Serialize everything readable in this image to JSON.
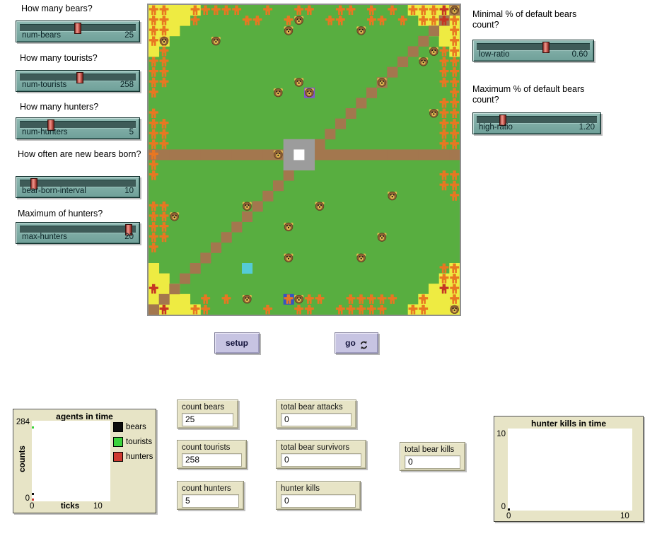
{
  "sliders": [
    {
      "question": "How many bears?",
      "name": "num-bears",
      "value": "25",
      "frac": 0.5
    },
    {
      "question": "How many tourists?",
      "name": "num-tourists",
      "value": "258",
      "frac": 0.52
    },
    {
      "question": "How many hunters?",
      "name": "num-hunters",
      "value": "5",
      "frac": 0.25
    },
    {
      "question": "How often are new bears born?",
      "name": "bear-born-interval",
      "value": "10",
      "frac": 0.1
    },
    {
      "question": "Maximum of hunters?",
      "name": "max-hunters",
      "value": "20",
      "frac": 0.965
    },
    {
      "question": "Minimal % of default bears count?",
      "name": "low-ratio",
      "value": "0.60",
      "frac": 0.62
    },
    {
      "question": "Maximum % of default bears count?",
      "name": "high-ratio",
      "value": "1.20",
      "frac": 0.2
    }
  ],
  "buttons": {
    "setup_label": "setup",
    "go_label": "go"
  },
  "monitors": [
    {
      "label": "count bears",
      "value": "25"
    },
    {
      "label": "count tourists",
      "value": "258"
    },
    {
      "label": "count hunters",
      "value": "5"
    },
    {
      "label": "total bear attacks",
      "value": "0"
    },
    {
      "label": "total bear survivors",
      "value": "0"
    },
    {
      "label": "hunter kills",
      "value": "0"
    },
    {
      "label": "total bear kills",
      "value": "0"
    }
  ],
  "plots": {
    "agents": {
      "title": "agents in time",
      "ylabel": "counts",
      "xlabel": "ticks",
      "ymax_label": "284",
      "ymin_label": "0",
      "x0_label": "0",
      "x1_label": "10",
      "ymax": 284,
      "legend": [
        {
          "label": "bears",
          "color": "#0d0d0d"
        },
        {
          "label": "tourists",
          "color": "#3bd33b"
        },
        {
          "label": "hunters",
          "color": "#ce3a30"
        }
      ],
      "start_points": [
        {
          "color": "#0d0d0d",
          "value": 25
        },
        {
          "color": "#3bd33b",
          "value": 258
        },
        {
          "color": "#ce3a30",
          "value": 5
        }
      ]
    },
    "hunter_kills": {
      "title": "hunter kills in time",
      "ymax_label": "10",
      "ymin_label": "0",
      "x0_label": "0",
      "x1_label": "10",
      "ymax": 10,
      "start_points": [
        {
          "color": "#0d0d0d",
          "value": 0
        }
      ]
    }
  },
  "world": {
    "cols": 30,
    "rows": 30,
    "corner_size": 4,
    "road_row": 14,
    "station": {
      "col": 13,
      "row": 13,
      "size": 3
    },
    "colors": {
      "grass": "#58AE40",
      "sand": "#EEEB42",
      "path": "#A3774E",
      "station": "#9C9C9C",
      "station_center": "#FFFFFF",
      "water": "#55CBD7",
      "camp": "#3A53C0",
      "berry": "#8457C9",
      "tourist": "#E87722",
      "hunter": "#C63524",
      "bear_head": "#8F6134",
      "bear_face": "#E2B94F"
    },
    "special_cells": [
      {
        "col": 9,
        "row": 25,
        "color_key": "water"
      },
      {
        "col": 13,
        "row": 28,
        "color_key": "camp"
      },
      {
        "col": 15,
        "row": 8,
        "color_key": "berry"
      }
    ],
    "tourists": [
      [
        0,
        0
      ],
      [
        1,
        0
      ],
      [
        4,
        0
      ],
      [
        5,
        0
      ],
      [
        6,
        0
      ],
      [
        7,
        0
      ],
      [
        8,
        0
      ],
      [
        11,
        0
      ],
      [
        14,
        0
      ],
      [
        15,
        0
      ],
      [
        18,
        0
      ],
      [
        19,
        0
      ],
      [
        21,
        0
      ],
      [
        23,
        0
      ],
      [
        25,
        0
      ],
      [
        26,
        0
      ],
      [
        27,
        0
      ],
      [
        0,
        1
      ],
      [
        1,
        1
      ],
      [
        4,
        1
      ],
      [
        9,
        1
      ],
      [
        10,
        1
      ],
      [
        13,
        1
      ],
      [
        17,
        1
      ],
      [
        18,
        1
      ],
      [
        21,
        1
      ],
      [
        22,
        1
      ],
      [
        24,
        1
      ],
      [
        26,
        1
      ],
      [
        27,
        1
      ],
      [
        29,
        1
      ],
      [
        0,
        2
      ],
      [
        0,
        3
      ],
      [
        0,
        5
      ],
      [
        0,
        6
      ],
      [
        0,
        7
      ],
      [
        0,
        8
      ],
      [
        0,
        10
      ],
      [
        0,
        11
      ],
      [
        0,
        12
      ],
      [
        0,
        13
      ],
      [
        0,
        14
      ],
      [
        0,
        15
      ],
      [
        0,
        16
      ],
      [
        0,
        19
      ],
      [
        0,
        20
      ],
      [
        0,
        21
      ],
      [
        0,
        22
      ],
      [
        0,
        23
      ],
      [
        1,
        2
      ],
      [
        1,
        3
      ],
      [
        1,
        4
      ],
      [
        1,
        5
      ],
      [
        1,
        6
      ],
      [
        1,
        7
      ],
      [
        1,
        11
      ],
      [
        1,
        12
      ],
      [
        1,
        13
      ],
      [
        1,
        19
      ],
      [
        1,
        20
      ],
      [
        1,
        21
      ],
      [
        1,
        22
      ],
      [
        29,
        2
      ],
      [
        29,
        3
      ],
      [
        29,
        4
      ],
      [
        29,
        5
      ],
      [
        29,
        6
      ],
      [
        29,
        7
      ],
      [
        29,
        8
      ],
      [
        29,
        9
      ],
      [
        29,
        10
      ],
      [
        29,
        11
      ],
      [
        29,
        12
      ],
      [
        29,
        13
      ],
      [
        29,
        16
      ],
      [
        29,
        17
      ],
      [
        29,
        18
      ],
      [
        29,
        25
      ],
      [
        29,
        26
      ],
      [
        29,
        27
      ],
      [
        29,
        28
      ],
      [
        28,
        4
      ],
      [
        28,
        5
      ],
      [
        28,
        6
      ],
      [
        28,
        7
      ],
      [
        28,
        9
      ],
      [
        28,
        10
      ],
      [
        28,
        11
      ],
      [
        28,
        12
      ],
      [
        28,
        13
      ],
      [
        28,
        16
      ],
      [
        28,
        17
      ],
      [
        28,
        25
      ],
      [
        28,
        26
      ],
      [
        5,
        28
      ],
      [
        7,
        28
      ],
      [
        13,
        28
      ],
      [
        15,
        28
      ],
      [
        16,
        28
      ],
      [
        19,
        28
      ],
      [
        20,
        28
      ],
      [
        21,
        28
      ],
      [
        22,
        28
      ],
      [
        23,
        28
      ],
      [
        26,
        28
      ],
      [
        4,
        29
      ],
      [
        5,
        29
      ],
      [
        11,
        29
      ],
      [
        14,
        29
      ],
      [
        15,
        29
      ],
      [
        18,
        29
      ],
      [
        19,
        29
      ],
      [
        20,
        29
      ],
      [
        21,
        29
      ],
      [
        22,
        29
      ],
      [
        25,
        29
      ],
      [
        26,
        29
      ]
    ],
    "hunters": [
      [
        28,
        0
      ],
      [
        28,
        1
      ],
      [
        0,
        27
      ],
      [
        1,
        29
      ],
      [
        28,
        27
      ]
    ],
    "bears": [
      [
        29,
        0
      ],
      [
        14,
        1
      ],
      [
        13,
        2
      ],
      [
        20,
        2
      ],
      [
        1,
        3
      ],
      [
        6,
        3
      ],
      [
        27,
        4
      ],
      [
        26,
        5
      ],
      [
        14,
        7
      ],
      [
        22,
        7
      ],
      [
        12,
        8
      ],
      [
        15,
        8
      ],
      [
        27,
        10
      ],
      [
        12,
        14
      ],
      [
        23,
        18
      ],
      [
        9,
        19
      ],
      [
        16,
        19
      ],
      [
        2,
        20
      ],
      [
        13,
        21
      ],
      [
        22,
        22
      ],
      [
        13,
        24
      ],
      [
        20,
        24
      ],
      [
        9,
        28
      ],
      [
        14,
        28
      ],
      [
        29,
        29
      ]
    ]
  }
}
